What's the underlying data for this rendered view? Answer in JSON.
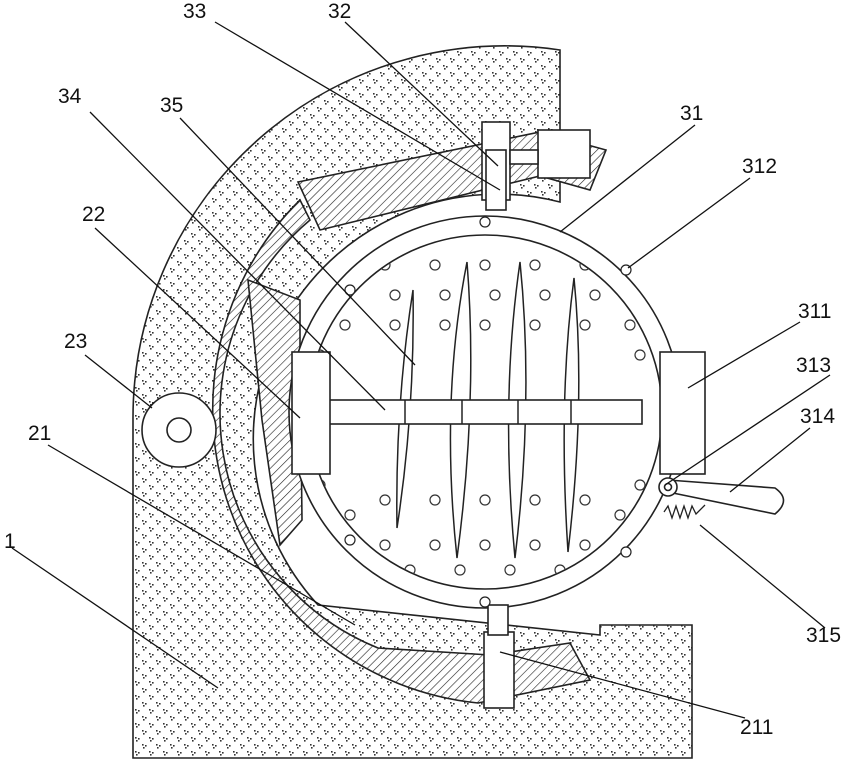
{
  "diagram": {
    "labels": {
      "l1": "1",
      "l21": "21",
      "l211": "211",
      "l22": "22",
      "l23": "23",
      "l31": "31",
      "l311": "311",
      "l312": "312",
      "l313": "313",
      "l314": "314",
      "l315": "315",
      "l32": "32",
      "l33": "33",
      "l34": "34",
      "l35": "35"
    }
  }
}
